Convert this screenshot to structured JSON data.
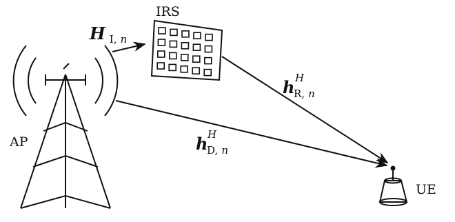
{
  "nodes": {
    "irs": {
      "label": "IRS"
    },
    "ap": {
      "label": "AP"
    },
    "ue": {
      "label": "UE"
    }
  },
  "channels": {
    "h_ap_irs": {
      "symbol": "H",
      "sub": "I,",
      "sub_var": "n",
      "sup": ""
    },
    "h_irs_ue": {
      "symbol": "h",
      "sub": "R,",
      "sub_var": "n",
      "sup": "H"
    },
    "h_ap_ue": {
      "symbol": "h",
      "sub": "D,",
      "sub_var": "n",
      "sup": "H"
    }
  },
  "irs_grid": {
    "rows": 4,
    "cols": 5
  },
  "colors": {
    "stroke": "#111111",
    "background": "#ffffff"
  }
}
